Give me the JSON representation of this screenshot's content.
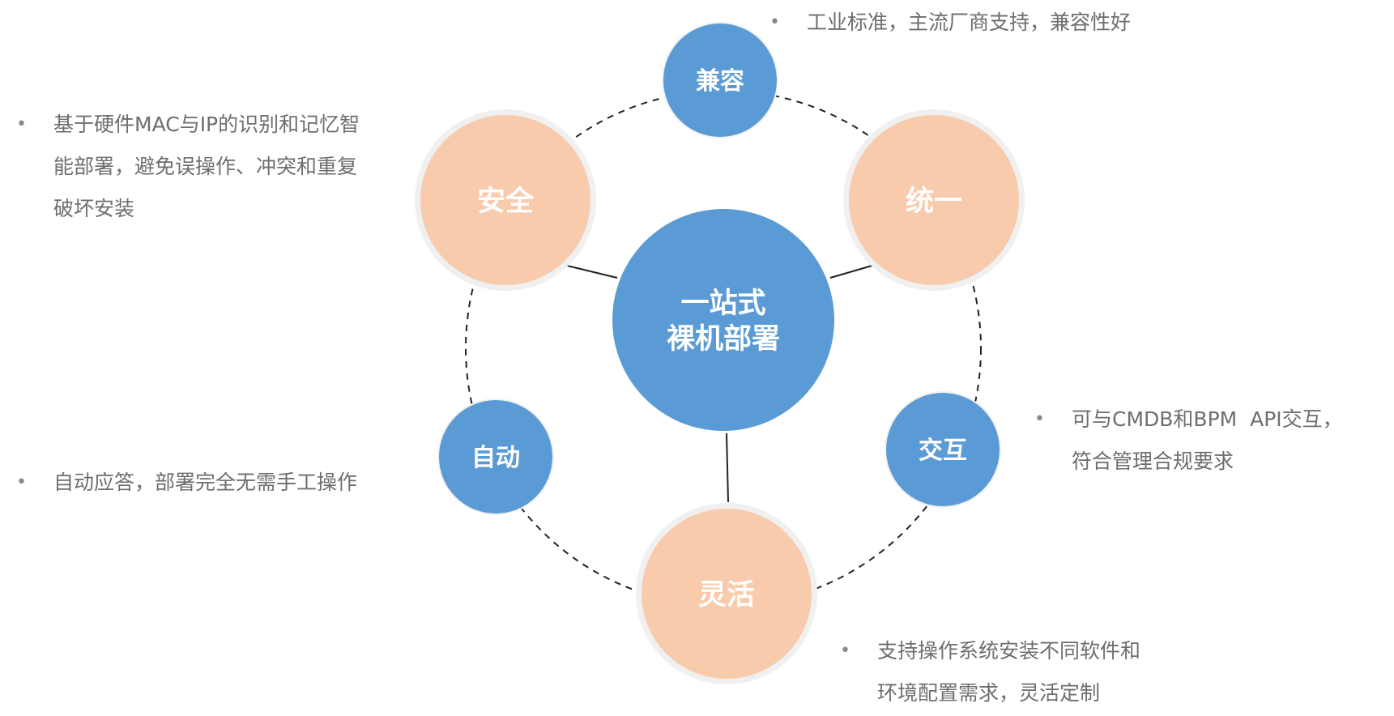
{
  "colors": {
    "blue": "#5b9bd5",
    "peach": "#f8cbad",
    "ring": "#f0f0f0",
    "line": "#222222",
    "text": "#6e6e6e"
  },
  "center": {
    "line1": "一站式",
    "line2": "裸机部署"
  },
  "nodes": {
    "compatible": {
      "label": "兼容",
      "desc": [
        "工业标准，主流厂商支持，兼容性好"
      ]
    },
    "security": {
      "label": "安全",
      "desc": [
        "基于硬件MAC与IP的识别和记忆智",
        "能部署，避免误操作、冲突和重复",
        "破坏安装"
      ]
    },
    "unified": {
      "label": "统一"
    },
    "automatic": {
      "label": "自动",
      "desc": [
        "自动应答，部署完全无需手工操作"
      ]
    },
    "interact": {
      "label": "交互",
      "desc": [
        "可与CMDB和BPM  API交互，",
        "符合管理合规要求"
      ]
    },
    "flexible": {
      "label": "灵活",
      "desc": [
        "支持操作系统安装不同软件和",
        "环境配置需求，灵活定制"
      ]
    }
  },
  "bullet": "•"
}
